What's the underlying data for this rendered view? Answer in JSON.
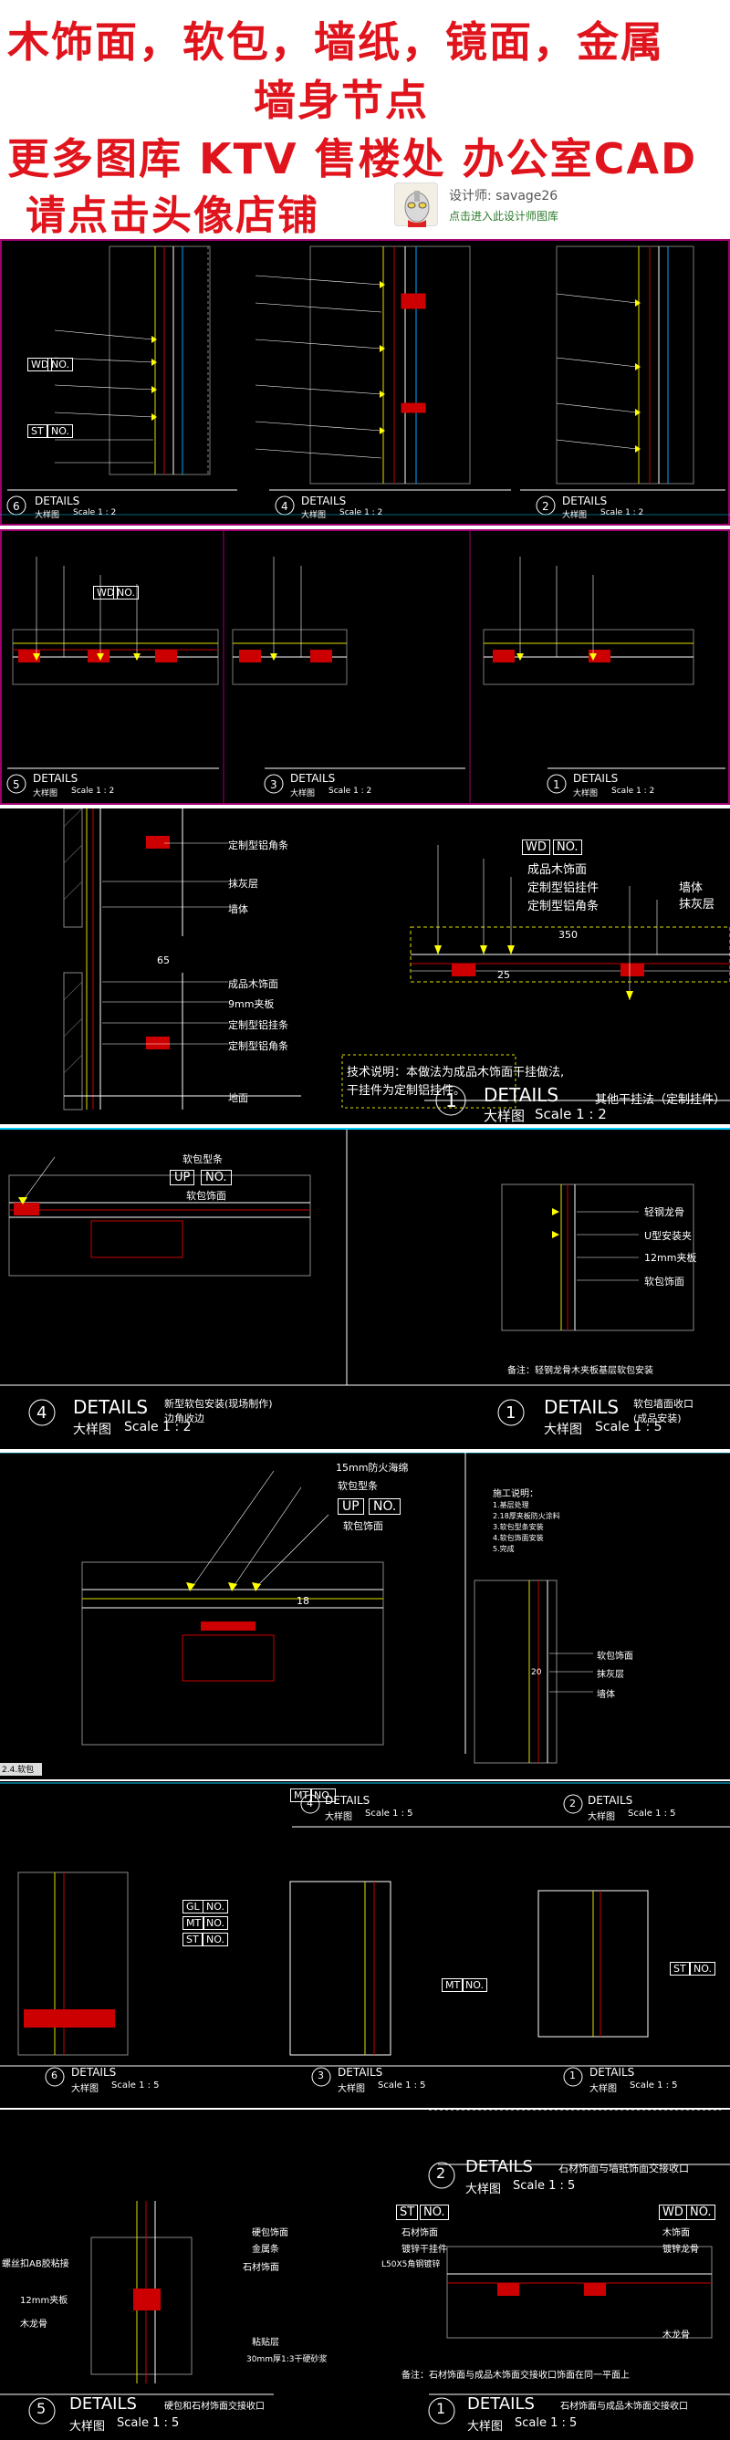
{
  "banner": {
    "line1": "木饰面，软包，墙纸，镜面，金属",
    "line2": "墙身节点",
    "line3": "更多图库 KTV 售楼处 办公室CAD",
    "line4": "请点击头像店铺",
    "designer_label": "设计师: savage26",
    "designer_link": "点击进入此设计师图库"
  },
  "sheet1": {
    "details": [
      {
        "num": "6",
        "title": "DETAILS",
        "sub": "大样图",
        "scale": "Scale 1 : 2"
      },
      {
        "num": "4",
        "title": "DETAILS",
        "sub": "大样图",
        "scale": "Scale 1 : 2"
      },
      {
        "num": "2",
        "title": "DETAILS",
        "sub": "大样图",
        "scale": "Scale 1 : 2"
      }
    ],
    "tags": [
      "WD",
      "NO.",
      "ST",
      "NO."
    ]
  },
  "sheet2": {
    "details": [
      {
        "num": "5",
        "title": "DETAILS",
        "sub": "大样图",
        "scale": "Scale 1 : 2"
      },
      {
        "num": "3",
        "title": "DETAILS",
        "sub": "大样图",
        "scale": "Scale 1 : 2"
      },
      {
        "num": "1",
        "title": "DETAILS",
        "sub": "大样图",
        "scale": "Scale 1 : 2"
      }
    ],
    "tags": [
      "WD",
      "NO."
    ]
  },
  "sheet3": {
    "left_labels": [
      "定制型铝角条",
      "抹灰层",
      "墙体",
      "成品木饰面",
      "9mm夹板",
      "定制型铝挂条",
      "定制型铝角条",
      "地面"
    ],
    "dim": "65",
    "tag_wd": "WD",
    "tag_no": "NO.",
    "right_labels": [
      "成品木饰面",
      "定制型铝挂件",
      "定制型铝角条",
      "墙体",
      "抹灰层"
    ],
    "dim_350": "350",
    "dim_25": "25",
    "note1": "技术说明：本做法为成品木饰面干挂做法,",
    "note2": "干挂件为定制铝挂件。",
    "detail": {
      "num": "1",
      "title": "DETAILS",
      "desc": "其他干挂法（定制挂件）",
      "sub": "大样图",
      "scale": "Scale 1 : 2"
    }
  },
  "sheet4": {
    "left_labels": [
      "软包型条",
      "软包饰面"
    ],
    "tag_up": "UP",
    "tag_no": "NO.",
    "right_labels": [
      "轻钢龙骨",
      "U型安装夹",
      "12mm夹板",
      "软包饰面"
    ],
    "note": "备注：轻钢龙骨木夹板基层软包安装",
    "details": [
      {
        "num": "4",
        "title": "DETAILS",
        "desc1": "新型软包安装(现场制作)",
        "desc2": "边角收边",
        "sub": "大样图",
        "scale": "Scale 1 : 2"
      },
      {
        "num": "1",
        "title": "DETAILS",
        "desc1": "软包墙面收口",
        "desc2": "(成品安装)",
        "sub": "大样图",
        "scale": "Scale 1 : 5"
      }
    ]
  },
  "sheet5": {
    "labels": [
      "15mm防火海绵",
      "软包型条",
      "软包饰面"
    ],
    "tag_up": "UP",
    "tag_no": "NO.",
    "dim": "18",
    "note_title": "施工说明：",
    "note_lines": [
      "1.基层处理",
      "2.18厚夹板防火涂料",
      "3.软包型条安装",
      "4.软包饰面安装",
      "5.完成"
    ],
    "right_labels": [
      "软包饰面",
      "抹灰层",
      "墙体"
    ],
    "dim_r": "20",
    "tab": "2.4.软包"
  },
  "sheet6": {
    "details": [
      {
        "num": "4",
        "title": "DETAILS",
        "sub": "大样图",
        "scale": "Scale 1 : 5"
      },
      {
        "num": "2",
        "title": "DETAILS",
        "sub": "大样图",
        "scale": "Scale 1 : 5"
      },
      {
        "num": "6",
        "title": "DETAILS",
        "sub": "大样图",
        "scale": "Scale 1 : 5"
      },
      {
        "num": "3",
        "title": "DETAILS",
        "sub": "大样图",
        "scale": "Scale 1 : 5"
      },
      {
        "num": "1",
        "title": "DETAILS",
        "sub": "大样图",
        "scale": "Scale 1 : 5"
      }
    ],
    "tags": [
      "GL",
      "NO.",
      "MT",
      "NO.",
      "ST",
      "NO.",
      "MT",
      "NO.",
      "ST",
      "NO."
    ]
  },
  "sheet7": {
    "mid_detail": {
      "num": "2",
      "title": "DETAILS",
      "desc": "石材饰面与墙纸饰面交接收口",
      "sub": "大样图",
      "scale": "Scale 1 : 5"
    },
    "left_labels": [
      "硬包饰面",
      "金属条",
      "石材饰面",
      "螺丝扣AB胶粘接",
      "12mm夹板",
      "木龙骨",
      "粘贴层",
      "30mm厚1:3干硬砂浆"
    ],
    "right_labels": [
      "石材饰面",
      "镀锌干挂件",
      "L50X5角钢镀锌",
      "木饰面",
      "镀锌龙骨",
      "木龙骨"
    ],
    "note": "备注：石材饰面与成品木饰面交接收口饰面在同一平面上",
    "details": [
      {
        "num": "5",
        "title": "DETAILS",
        "desc": "硬包和石材饰面交接收口",
        "sub": "大样图",
        "scale": "Scale 1 : 5"
      },
      {
        "num": "1",
        "title": "DETAILS",
        "desc": "石材饰面与成品木饰面交接收口",
        "sub": "大样图",
        "scale": "Scale 1 : 5"
      }
    ],
    "tags": [
      "ST",
      "NO.",
      "WD",
      "NO."
    ]
  }
}
